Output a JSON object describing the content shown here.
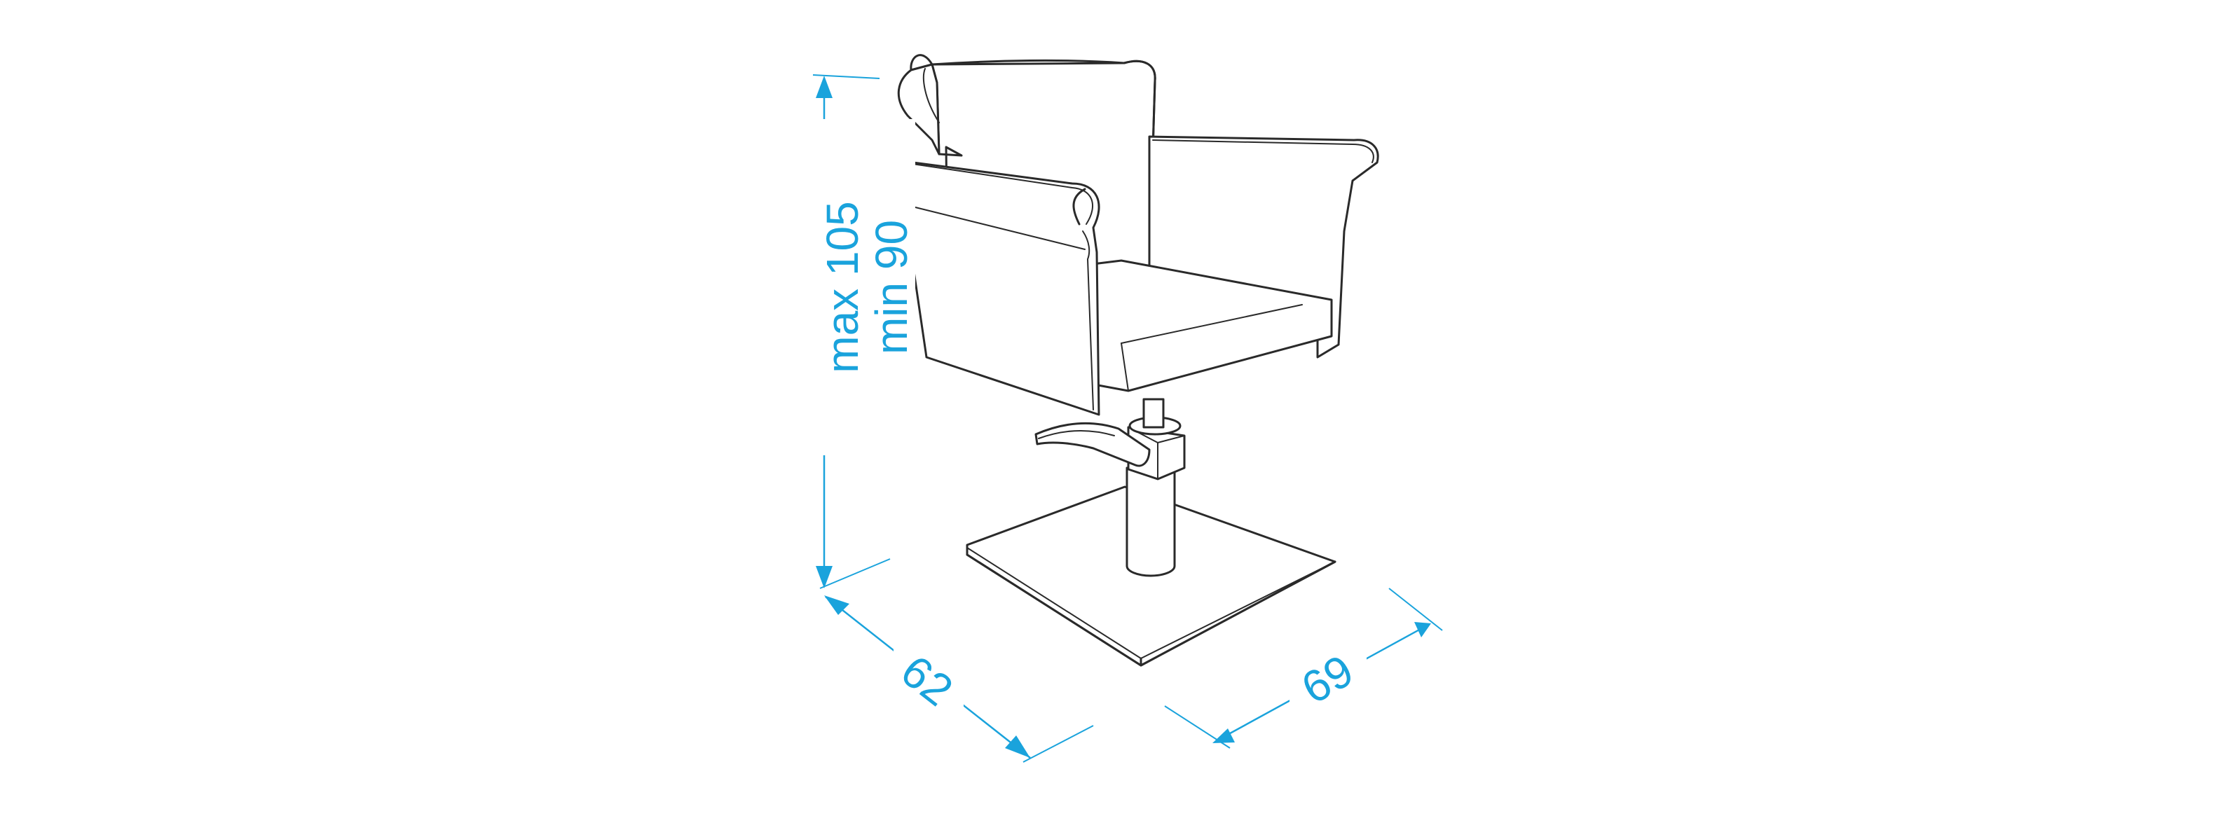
{
  "dimensions": {
    "height_max": "max 105",
    "height_min": "min 90",
    "depth": "62",
    "width": "69"
  },
  "colors": {
    "dimension": "#1aa3dc",
    "outline": "#2a2a2a",
    "background": "#ffffff"
  }
}
